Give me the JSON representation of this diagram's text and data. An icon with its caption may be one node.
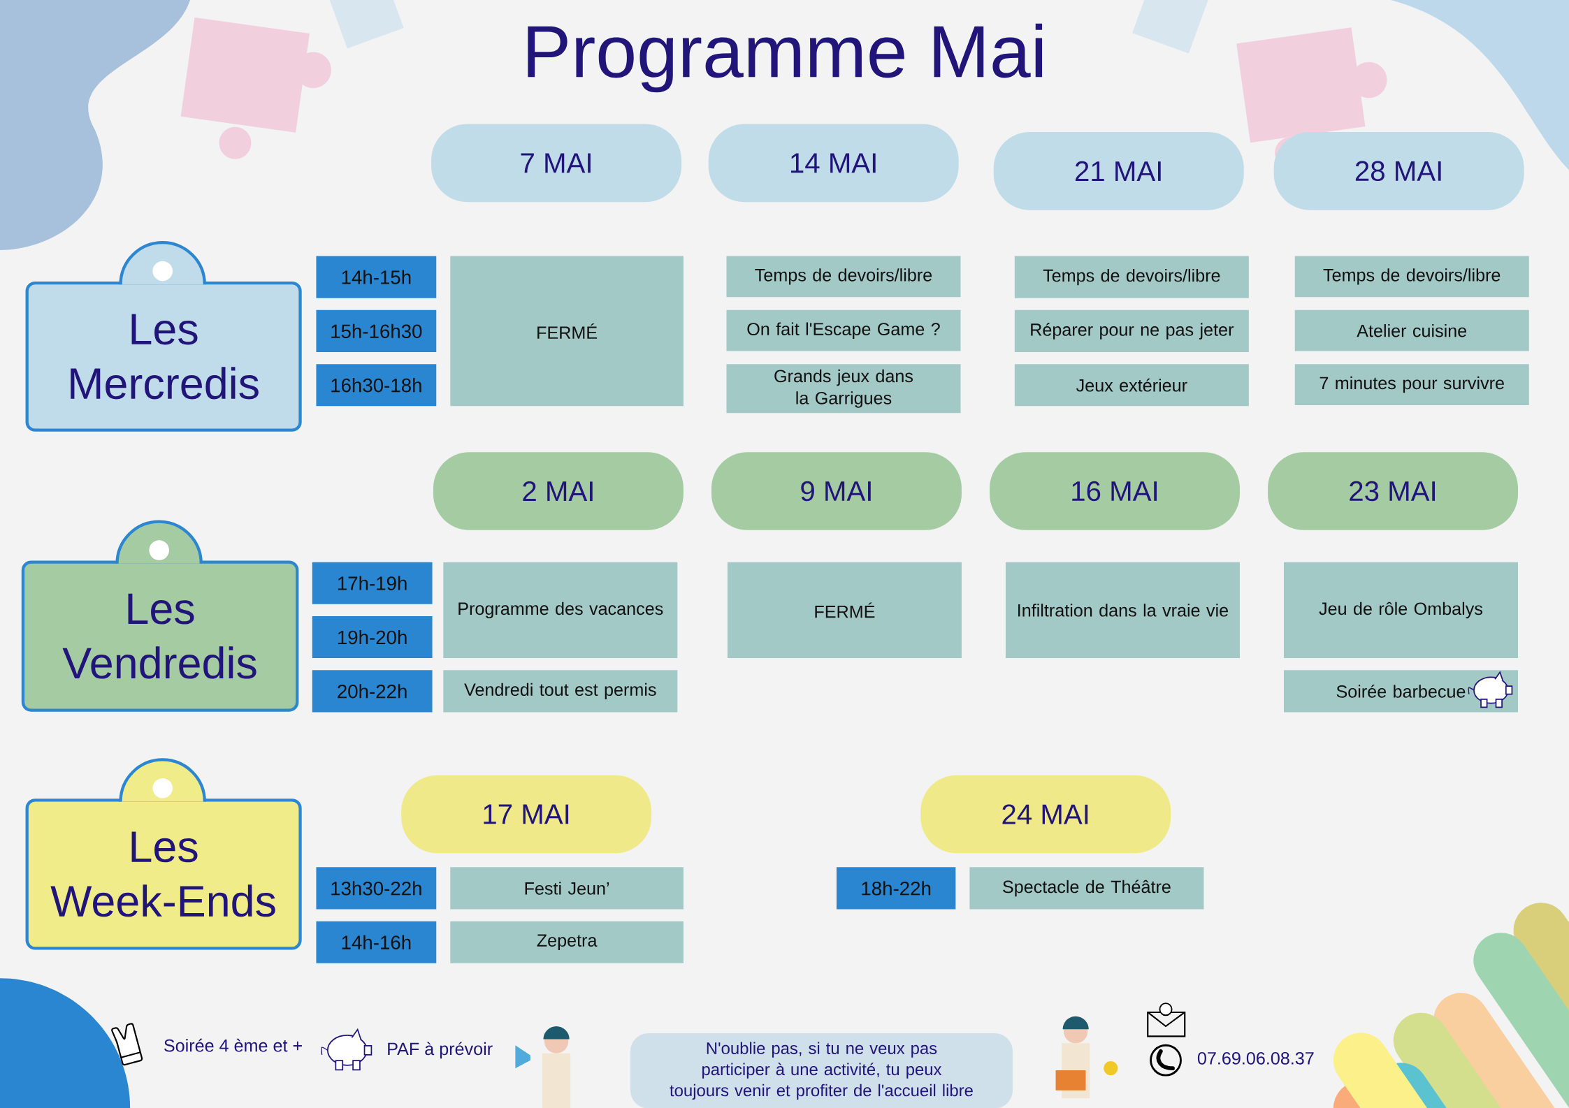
{
  "diagram": {
    "title": "Programme Mai",
    "nodes": [
      {
        "text": [
          "Les Mercredis"
        ]
      },
      {
        "text": [
          "7 MAI"
        ]
      },
      {
        "text": [
          "14 MAI"
        ]
      },
      {
        "text": [
          "21 MAI"
        ]
      },
      {
        "text": [
          "28 MAI"
        ]
      },
      {
        "text": [
          "14h-15h"
        ]
      },
      {
        "text": [
          "15h-16h30"
        ]
      },
      {
        "text": [
          "16h30-18h"
        ]
      },
      {
        "text": [
          "FERMÉ"
        ]
      },
      {
        "text": [
          "Temps de devoirs/libre"
        ]
      },
      {
        "text": [
          "On fait l'Escape Game ?"
        ]
      },
      {
        "text": [
          "Grands jeux dans la Garrigues"
        ]
      },
      {
        "text": [
          "Temps de devoirs/libre"
        ]
      },
      {
        "text": [
          "Réparer pour ne pas jeter"
        ]
      },
      {
        "text": [
          "Jeux extérieur"
        ]
      },
      {
        "text": [
          "Temps de devoirs/libre"
        ]
      },
      {
        "text": [
          "Atelier cuisine"
        ]
      },
      {
        "text": [
          "7 minutes pour survivre"
        ]
      },
      {
        "text": [
          "Les Vendredis"
        ]
      },
      {
        "text": [
          "2 MAI"
        ]
      },
      {
        "text": [
          "9 MAI"
        ]
      },
      {
        "text": [
          "16 MAI"
        ]
      },
      {
        "text": [
          "23 MAI"
        ]
      },
      {
        "text": [
          "17h-19h"
        ]
      },
      {
        "text": [
          "19h-20h"
        ]
      },
      {
        "text": [
          "20h-22h"
        ]
      },
      {
        "text": [
          "Programme des vacances"
        ]
      },
      {
        "text": [
          "Vendredi tout est permis"
        ]
      },
      {
        "text": [
          "FERMÉ"
        ]
      },
      {
        "text": [
          "Infiltration dans la vraie vie"
        ]
      },
      {
        "text": [
          "Jeu de rôle Ombalys"
        ]
      },
      {
        "text": [
          "Soirée barbecue"
        ]
      },
      {
        "text": [
          "Les Week-Ends"
        ]
      },
      {
        "text": [
          "17 MAI"
        ]
      },
      {
        "text": [
          "24 MAI"
        ]
      },
      {
        "text": [
          "13h30-22h"
        ]
      },
      {
        "text": [
          "14h-16h"
        ]
      },
      {
        "text": [
          "Festi Jeun’"
        ]
      },
      {
        "text": [
          "Zepetra"
        ]
      },
      {
        "text": [
          "18h-22h"
        ]
      },
      {
        "text": [
          "Spectacle de Théâtre"
        ]
      },
      {
        "text": [
          "N'oublie pas, si tu ne veux pas participer à une activité, tu peux toujours venir et profiter de l'accueil libre"
        ]
      }
    ],
    "labels": [
      "07.69.06.08.37"
    ],
    "legend": [
      {
        "text": "Soirée 4 ème et +"
      },
      {
        "text": "PAF à prévoir"
      }
    ]
  }
}
